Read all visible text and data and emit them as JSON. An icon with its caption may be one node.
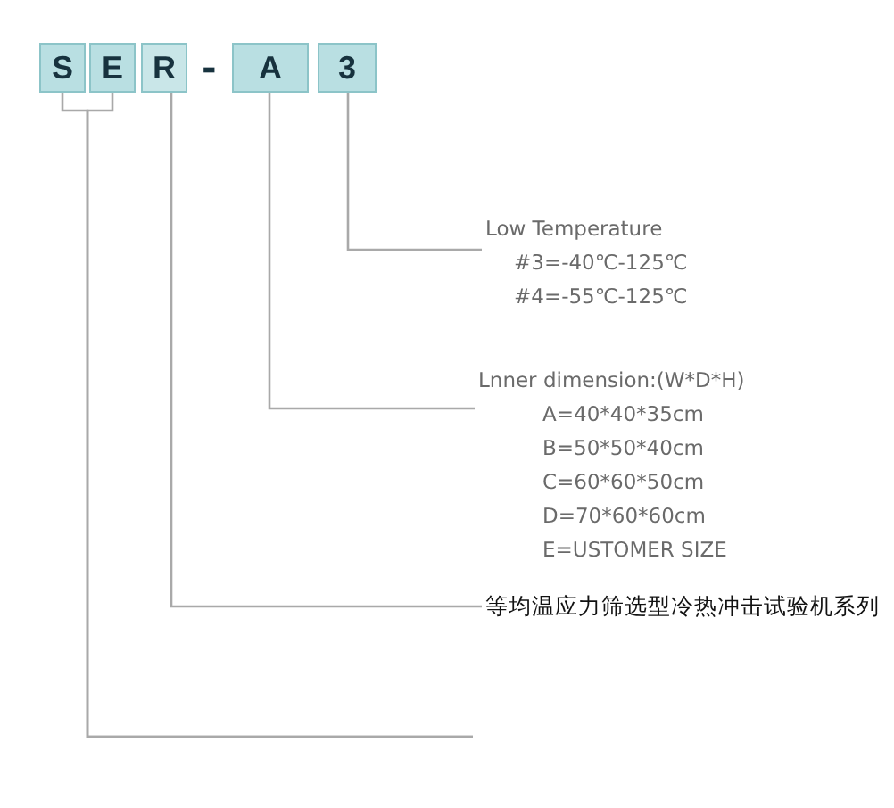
{
  "diagram": {
    "nodes": [
      {
        "text": [
          "S"
        ]
      },
      {
        "text": [
          "E"
        ]
      },
      {
        "text": [
          "R"
        ]
      },
      {
        "text": [
          "A"
        ]
      },
      {
        "text": [
          "3"
        ]
      },
      {
        "text": [
          "Low Temperature",
          "#3=-40℃-125℃",
          "#4=-55℃-125℃"
        ]
      },
      {
        "text": [
          "Lnner dimension:(W*D*H)",
          "A=40*40*35cm",
          "B=50*50*40cm",
          "C=60*60*50cm",
          "D=70*60*60cm",
          "E=USTOMER SIZE"
        ]
      },
      {
        "text": [
          "等均温应力筛选型冷热冲击试验机系列"
        ]
      }
    ],
    "edges": [
      {
        "from": 4,
        "to": 5,
        "arrow": "none"
      },
      {
        "from": 3,
        "to": 6,
        "arrow": "none"
      },
      {
        "from": 2,
        "to": 7,
        "arrow": "none"
      },
      {
        "from": 0,
        "to": null,
        "arrow": "none"
      },
      {
        "from": 1,
        "to": null,
        "arrow": "none"
      }
    ],
    "labels": [
      "-"
    ]
  }
}
